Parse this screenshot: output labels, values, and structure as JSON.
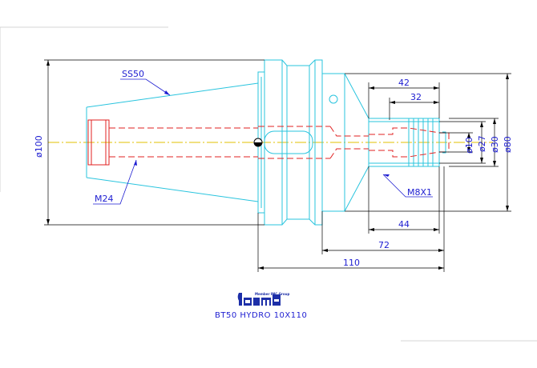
{
  "drawing": {
    "title": "BT50 HYDRO 10X110",
    "logo": {
      "text": "Member IMC Group"
    },
    "callouts": {
      "taper": "SS50",
      "thread": "M24",
      "screw": "M8X1"
    },
    "dimensions": {
      "overall_diameter": "ø100",
      "length_42": "42",
      "length_32": "32",
      "length_44": "44",
      "length_72": "72",
      "length_110": "110",
      "dia_10": "ø10",
      "dia_27": "ø27",
      "dia_30": "ø30",
      "dia_80": "ø80"
    }
  },
  "colors": {
    "outline": "#29c4de",
    "hidden": "#e02020",
    "dimension": "#1d1dd1",
    "centerline": "#e0c000",
    "black": "#000000"
  }
}
